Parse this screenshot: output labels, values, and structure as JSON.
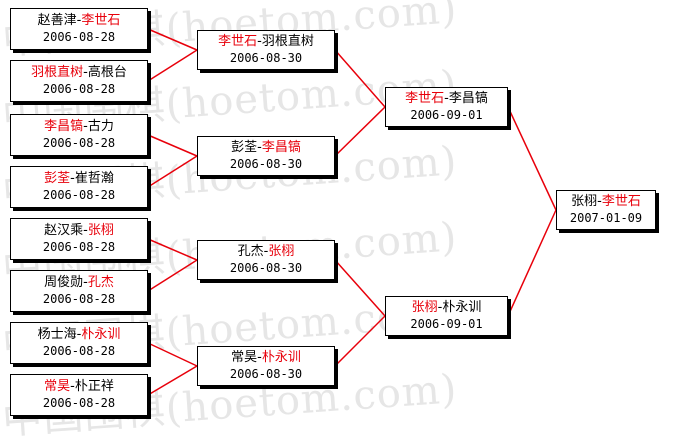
{
  "watermark": "中国围棋(hoetom.com)",
  "colors": {
    "winner": "#e8000b",
    "line": "#e8000b",
    "text": "#000000",
    "border": "#000000"
  },
  "round1": [
    {
      "p1": "赵善津",
      "sep": "-",
      "p2": "李世石",
      "winner": 2,
      "date": "2006-08-28"
    },
    {
      "p1": "羽根直树",
      "sep": "-",
      "p2": "高根台",
      "winner": 1,
      "date": "2006-08-28"
    },
    {
      "p1": "李昌镐",
      "sep": "-",
      "p2": "古力",
      "winner": 1,
      "date": "2006-08-28"
    },
    {
      "p1": "彭荃",
      "sep": "-",
      "p2": "崔哲瀚",
      "winner": 1,
      "date": "2006-08-28"
    },
    {
      "p1": "赵汉乘",
      "sep": "-",
      "p2": "张栩",
      "winner": 2,
      "date": "2006-08-28"
    },
    {
      "p1": "周俊勋",
      "sep": "-",
      "p2": "孔杰",
      "winner": 2,
      "date": "2006-08-28"
    },
    {
      "p1": "杨士海",
      "sep": "-",
      "p2": "朴永训",
      "winner": 2,
      "date": "2006-08-28"
    },
    {
      "p1": "常昊",
      "sep": "-",
      "p2": "朴正祥",
      "winner": 1,
      "date": "2006-08-28"
    }
  ],
  "round2": [
    {
      "p1": "李世石",
      "sep": "-",
      "p2": "羽根直树",
      "winner": 1,
      "date": "2006-08-30"
    },
    {
      "p1": "彭荃",
      "sep": "-",
      "p2": "李昌镐",
      "winner": 2,
      "date": "2006-08-30"
    },
    {
      "p1": "孔杰",
      "sep": "-",
      "p2": "张栩",
      "winner": 2,
      "date": "2006-08-30"
    },
    {
      "p1": "常昊",
      "sep": "-",
      "p2": "朴永训",
      "winner": 2,
      "date": "2006-08-30"
    }
  ],
  "round3": [
    {
      "p1": "李世石",
      "sep": "-",
      "p2": "李昌镐",
      "winner": 1,
      "date": "2006-09-01"
    },
    {
      "p1": "张栩",
      "sep": "-",
      "p2": "朴永训",
      "winner": 1,
      "date": "2006-09-01"
    }
  ],
  "final": [
    {
      "p1": "张栩",
      "sep": "-",
      "p2": "李世石",
      "winner": 2,
      "date": "2007-01-09"
    }
  ]
}
